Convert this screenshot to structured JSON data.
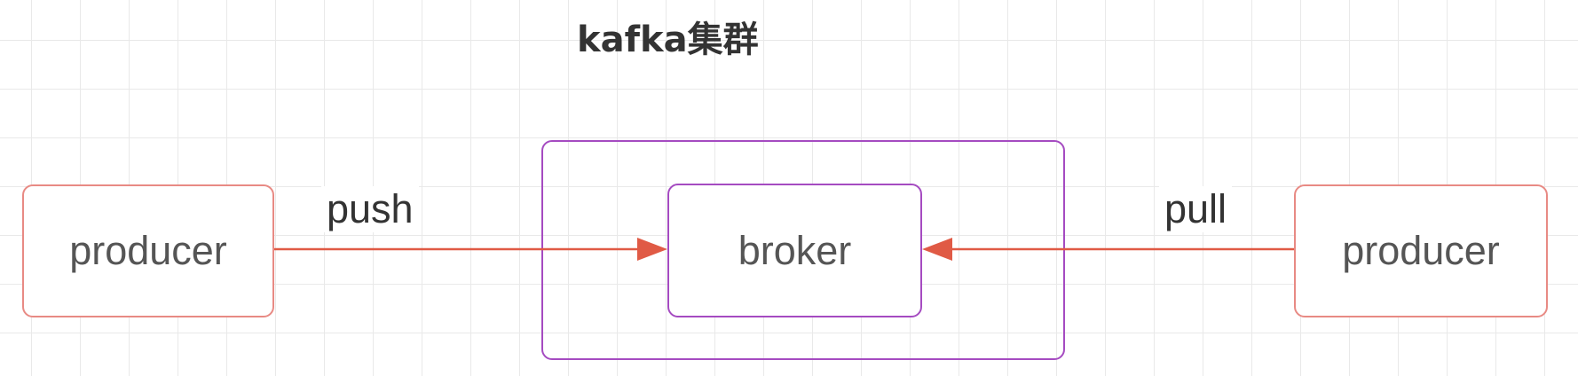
{
  "diagram": {
    "title": "kafka集群",
    "nodes": {
      "producer_left": "producer",
      "broker": "broker",
      "producer_right": "producer"
    },
    "edges": {
      "push": "push",
      "pull": "pull"
    }
  },
  "colors": {
    "producer_border": "#e88a84",
    "cluster_border": "#a54bc1",
    "arrow": "#e05a45",
    "grid": "#e9e9e9",
    "text": "#555555"
  }
}
